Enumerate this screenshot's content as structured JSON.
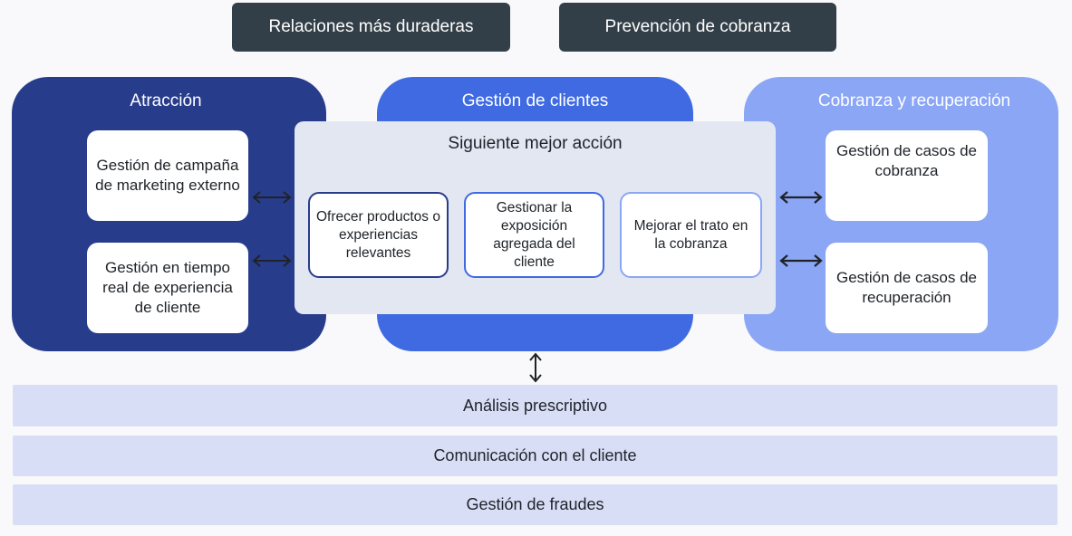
{
  "top_tags": [
    "Relaciones más duraderas",
    "Prevención de cobranza"
  ],
  "columns": {
    "attraction": {
      "title": "Atracción",
      "cards": [
        "Gestión de campaña de marketing externo",
        "Gestión en tiempo real de experiencia de cliente"
      ]
    },
    "customer_management": {
      "title": "Gestión de clientes",
      "subtitle": "Siguiente mejor acción",
      "actions": [
        "Ofrecer productos o experiencias relevantes",
        "Gestionar la exposición agregada del cliente",
        "Mejorar el trato en la cobranza"
      ]
    },
    "collections": {
      "title": "Cobranza y recuperación",
      "cards": [
        "Gestión de casos de cobranza",
        "Gestión de casos de recuperación"
      ]
    }
  },
  "bands": [
    "Análisis prescriptivo",
    "Comunicación con el cliente",
    "Gestión de fraudes"
  ],
  "colors": {
    "tag_bg": "#333f48",
    "attraction": "#283c8c",
    "customer_management": "#3f6ae2",
    "collections": "#8ba6f5",
    "overlay": "#e3e7f2",
    "band": "#d9def7"
  },
  "icons": [
    "double-arrow-horizontal-icon",
    "double-arrow-vertical-icon"
  ]
}
